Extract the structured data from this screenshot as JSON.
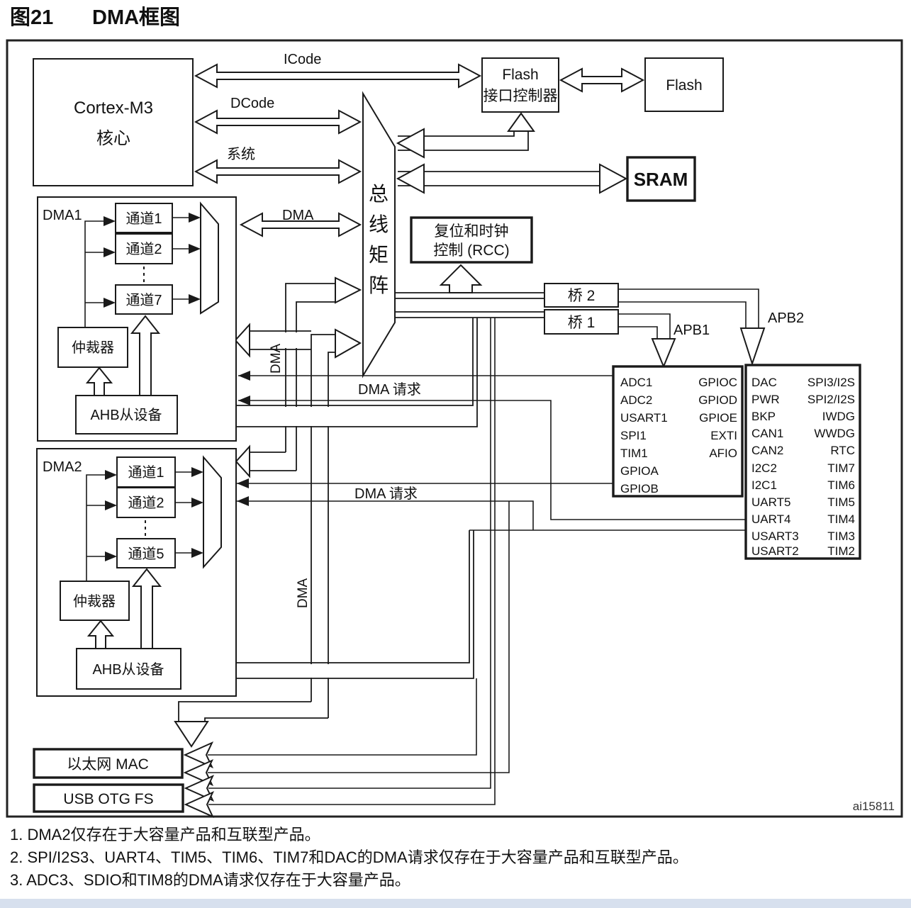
{
  "title": {
    "figure": "图21",
    "name": "DMA框图"
  },
  "watermark": "ai15811",
  "colors": {
    "line": "#1a1a1a",
    "background": "#ffffff",
    "bottom_strip": "#d7e0ee"
  },
  "blocks": {
    "cortex_line1": "Cortex-M3",
    "cortex_line2": "核心",
    "flash_if_line1": "Flash",
    "flash_if_line2": "接口控制器",
    "flash": "Flash",
    "sram": "SRAM",
    "rcc_line1": "复位和时钟",
    "rcc_line2": "控制 (RCC)",
    "bridge2": "桥 2",
    "bridge1": "桥 1",
    "ethernet_mac": "以太网 MAC",
    "usb_otg": "USB OTG FS"
  },
  "bus_matrix": {
    "label": "总线矩阵",
    "chars": [
      "总",
      "线",
      "矩",
      "阵"
    ]
  },
  "bus_labels": {
    "icode": "ICode",
    "dcode": "DCode",
    "system": "系统",
    "dma": "DMA",
    "dma_vertical_1": "DMA",
    "dma_vertical_2": "DMA",
    "apb1": "APB1",
    "apb2": "APB2",
    "dma_request_1": "DMA  请求",
    "dma_request_2": "DMA  请求"
  },
  "dma1": {
    "label": "DMA1",
    "channel1": "通道1",
    "channel2": "通道2",
    "channel7": "通道7",
    "arbiter": "仲裁器",
    "ahb_slave": "AHB从设备"
  },
  "dma2": {
    "label": "DMA2",
    "channel1": "通道1",
    "channel2": "通道2",
    "channel5": "通道5",
    "arbiter": "仲裁器",
    "ahb_slave": "AHB从设备"
  },
  "apb1_peripherals": {
    "left": [
      "ADC1",
      "ADC2",
      "USART1",
      "SPI1",
      "TIM1",
      "GPIOA",
      "GPIOB"
    ],
    "right": [
      "GPIOC",
      "GPIOD",
      "GPIOE",
      "EXTI",
      "AFIO"
    ]
  },
  "apb2_peripherals": {
    "left": [
      "DAC",
      "PWR",
      "BKP",
      "CAN1",
      "CAN2",
      "I2C2",
      "I2C1",
      "UART5",
      "UART4",
      "USART3",
      "USART2"
    ],
    "right": [
      "SPI3/I2S",
      "SPI2/I2S",
      "IWDG",
      "WWDG",
      "RTC",
      "TIM7",
      "TIM6",
      "TIM5",
      "TIM4",
      "TIM3",
      "TIM2"
    ]
  },
  "notes": {
    "n1": "1. DMA2仅存在于大容量产品和互联型产品。",
    "n2": "2. SPI/I2S3、UART4、TIM5、TIM6、TIM7和DAC的DMA请求仅存在于大容量产品和互联型产品。",
    "n3": "3. ADC3、SDIO和TIM8的DMA请求仅存在于大容量产品。"
  }
}
